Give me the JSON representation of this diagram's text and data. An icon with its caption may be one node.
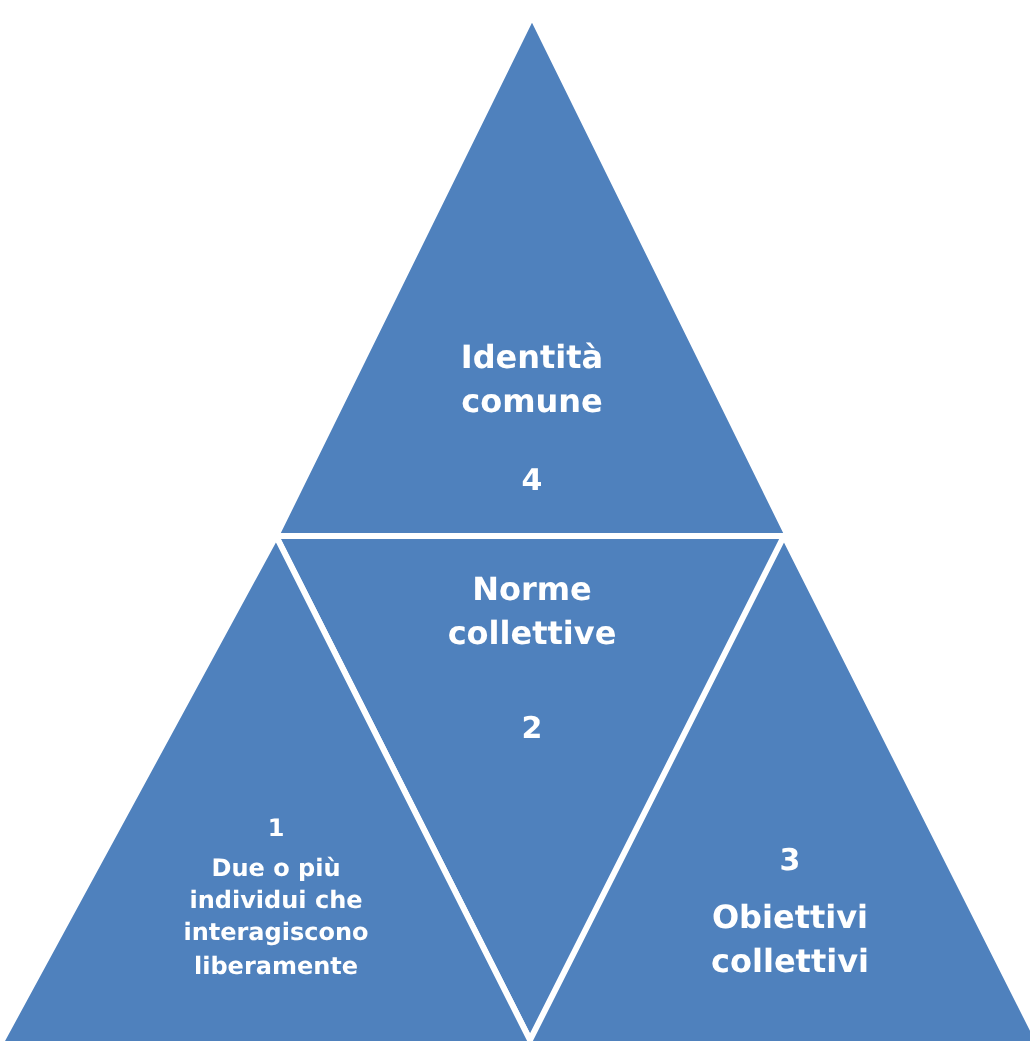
{
  "diagram": {
    "nodes": [
      {
        "text": [
          "Identità comune",
          "4"
        ]
      },
      {
        "text": [
          "Norme collettive",
          "2"
        ]
      },
      {
        "text": [
          "1",
          "Due o più individui che interagiscono liberamente"
        ]
      },
      {
        "text": [
          "3",
          "Obiettivi collettivi"
        ]
      }
    ]
  }
}
